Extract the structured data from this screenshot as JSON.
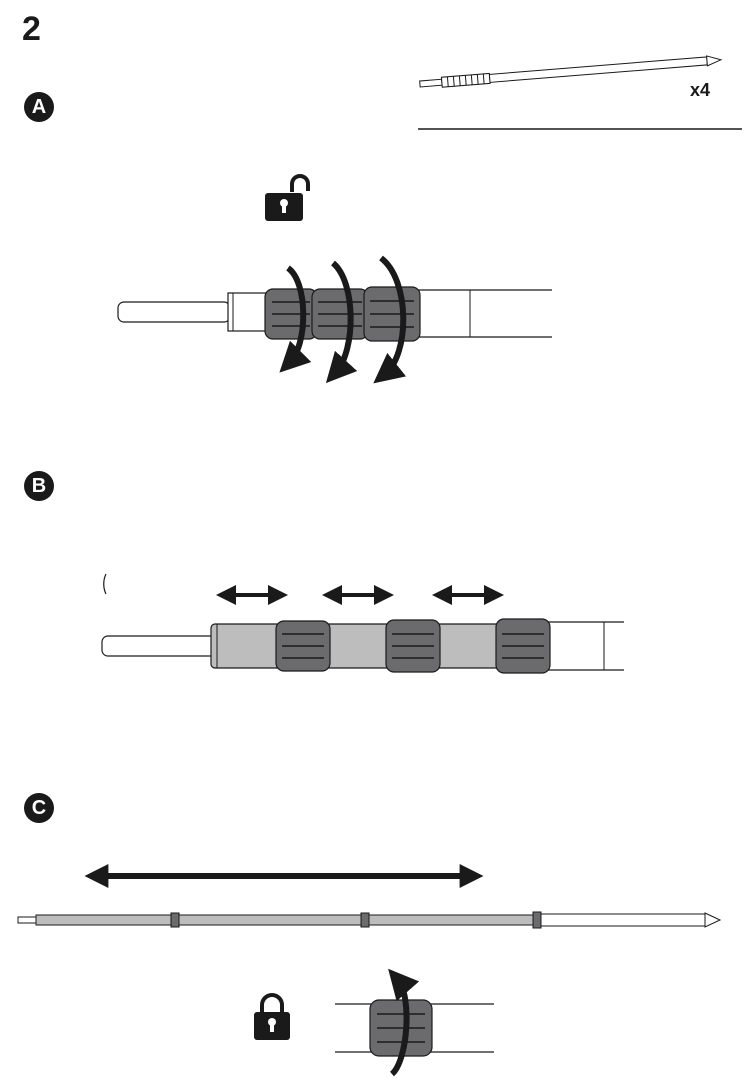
{
  "step": {
    "number": "2"
  },
  "overview": {
    "quantity": "x4"
  },
  "steps": [
    {
      "label": "A",
      "action": "unlock"
    },
    {
      "label": "B",
      "action": "extend-sections"
    },
    {
      "label": "C",
      "action": "lock"
    }
  ],
  "colors": {
    "ink": "#1a1a1a",
    "collar": "#6b6b6e",
    "collar_dark": "#3f3f42",
    "tube_gray": "#bdbdbd",
    "white": "#ffffff"
  },
  "icons": [
    "lock-open-icon",
    "lock-closed-icon",
    "rotate-arrow-icon",
    "double-arrow-icon"
  ]
}
